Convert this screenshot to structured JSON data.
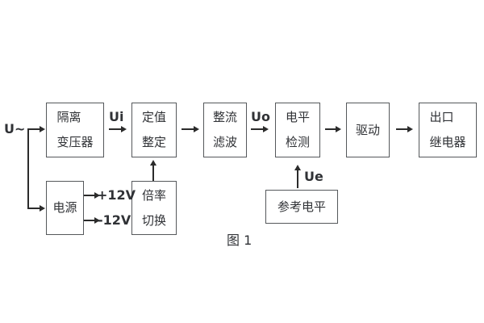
{
  "figure": {
    "caption": "图 1",
    "background": "#ffffff",
    "line_color": "#2b2b2b",
    "box_border_color": "#55585b",
    "text_color": "#303236"
  },
  "signals": {
    "input": "U~",
    "ui": "Ui",
    "uo": "Uo",
    "ue": "Ue",
    "plus12v": "+12V",
    "minus12v": "-12V"
  },
  "blocks": {
    "isolation": {
      "line1": "隔离",
      "line2": "变压器"
    },
    "setpoint": {
      "line1": "定值",
      "line2": "整定"
    },
    "rectifier": {
      "line1": "整流",
      "line2": "滤波"
    },
    "level": {
      "line1": "电平",
      "line2": "检测"
    },
    "drive": {
      "line1": "驱动"
    },
    "relay": {
      "line1": "出口",
      "line2": "继电器"
    },
    "power": {
      "line1": "电源"
    },
    "ratio": {
      "line1": "倍率",
      "line2": "切换"
    },
    "reference": {
      "line1": "参考电平"
    }
  }
}
